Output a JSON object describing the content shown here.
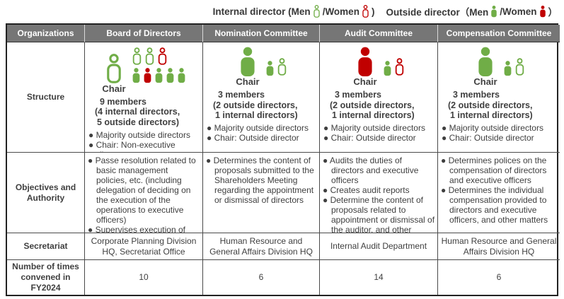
{
  "colors": {
    "green": "#70ad47",
    "red": "#c00000",
    "header_bg": "#767676",
    "border": "#4a4a4a",
    "text": "#3f3f3f"
  },
  "legend": {
    "internal_prefix": "Internal director (Men",
    "internal_mid": "/Women",
    "internal_suffix": ")",
    "outside_prefix": "Outside director（Men",
    "outside_mid": "/Women",
    "outside_suffix": "）",
    "internal_man": "internal-man",
    "internal_woman": "internal-woman",
    "outside_man": "outside-man",
    "outside_woman": "outside-woman"
  },
  "header": {
    "columns": [
      "Organizations",
      "Board of Directors",
      "Nomination Committee",
      "Audit Committee",
      "Compensation Committee"
    ]
  },
  "row_labels": {
    "structure": "Structure",
    "objectives": "Objectives and Authority",
    "secretariat": "Secretariat",
    "times": "Number of times convened in FY2024"
  },
  "structure": [
    {
      "chair": "internal-man",
      "chair_label": "Chair",
      "rows": [
        [
          "internal-man",
          "internal-man",
          "internal-woman"
        ],
        [
          "outside-man",
          "outside-woman",
          "outside-man",
          "outside-man",
          "outside-man"
        ]
      ],
      "members": [
        "9 members",
        "(4 internal directors,",
        "5 outside directors)"
      ],
      "bullets": [
        "Majority outside directors",
        "Chair: Non-executive director"
      ]
    },
    {
      "chair": "outside-man",
      "chair_label": "Chair",
      "rows": [
        [
          "outside-man",
          "internal-man"
        ]
      ],
      "members": [
        "3 members",
        "(2 outside directors,",
        "1 internal directors)"
      ],
      "bullets": [
        "Majority outside directors",
        "Chair: Outside director"
      ]
    },
    {
      "chair": "outside-woman",
      "chair_label": "Chair",
      "rows": [
        [
          "outside-man",
          "internal-woman"
        ]
      ],
      "members": [
        "3 members",
        "(2 outside directors,",
        "1 internal directors)"
      ],
      "bullets": [
        "Majority outside directors",
        "Chair: Outside director"
      ]
    },
    {
      "chair": "outside-man",
      "chair_label": "Chair",
      "rows": [
        [
          "outside-man",
          "internal-man"
        ]
      ],
      "members": [
        "3 members",
        "(2 outside directors,",
        "1 internal directors)"
      ],
      "bullets": [
        "Majority outside directors",
        "Chair: Outside director"
      ]
    }
  ],
  "objectives": [
    [
      "Passe resolution related to basic management policies, etc. (including delegation of deciding on the execution of the operations to executive officers)",
      "Supervises execution of duties by executive officers"
    ],
    [
      "Determines the content of proposals submitted to the Shareholders Meeting regarding the appointment or dismissal of directors"
    ],
    [
      "Audits the duties of directors and executive officers",
      "Creates audit reports",
      "Determine the content of proposals related to appointment or dismissal of the auditor, and other matters"
    ],
    [
      "Determines polices on the compensation of directors and executive officers",
      "Determines the individual compensation provided to directors and executive officers, and other matters"
    ]
  ],
  "secretariat": [
    "Corporate Planning Division HQ, Secretariat Office",
    "Human Resource and General Affairs Division HQ",
    "Internal Audit Department",
    "Human Resource and General  Affairs Division HQ"
  ],
  "times": [
    "10",
    "6",
    "14",
    "6"
  ]
}
